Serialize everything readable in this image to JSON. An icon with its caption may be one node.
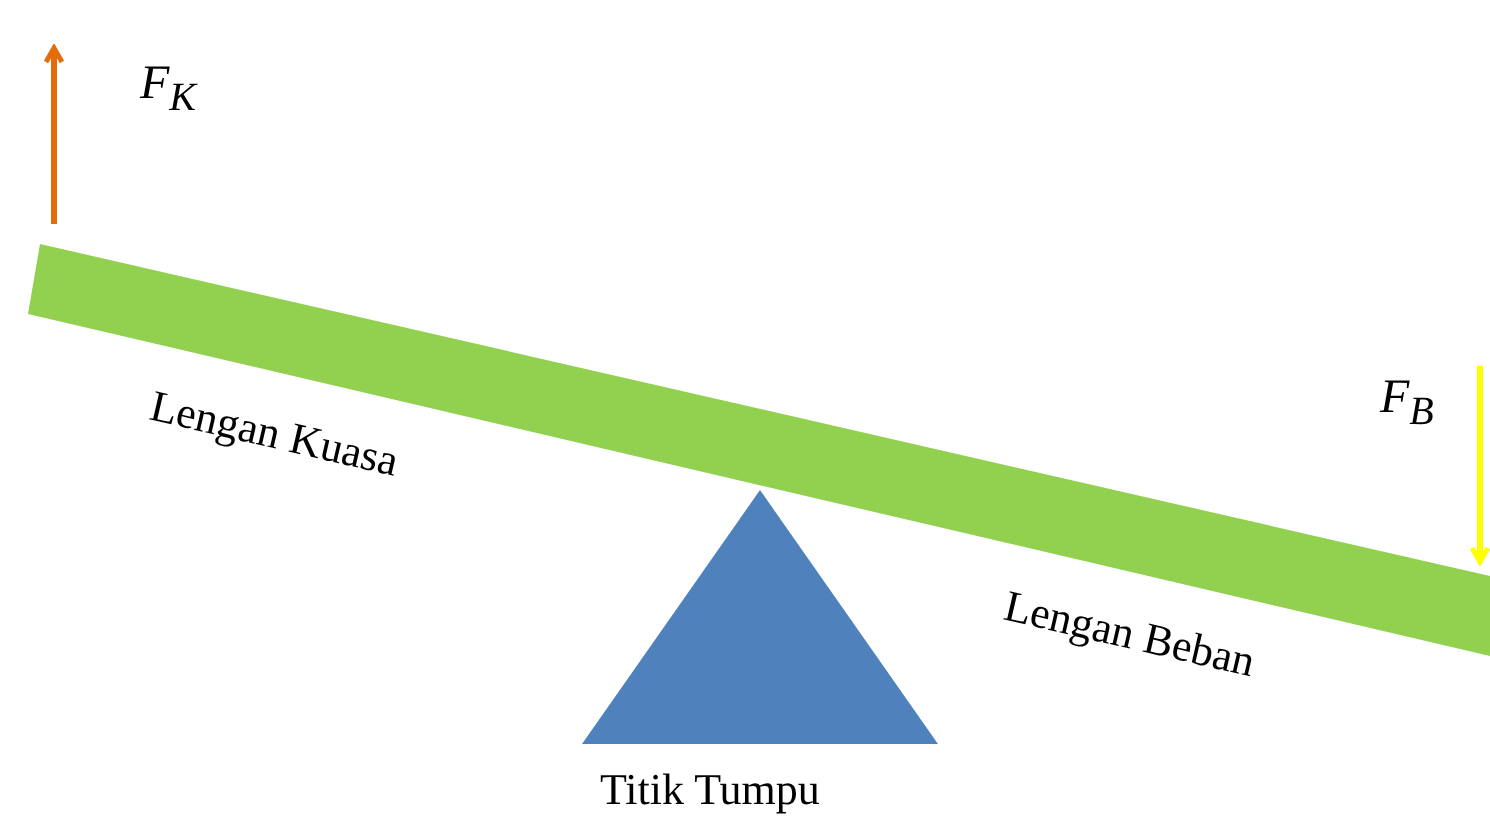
{
  "diagram": {
    "nodes": [
      {
        "text": [
          "Titik Tumpu"
        ]
      }
    ],
    "labels": [
      "F$_{K}$",
      "F$_{B}$",
      "Lengan Kuasa",
      "Lengan Beban"
    ]
  }
}
